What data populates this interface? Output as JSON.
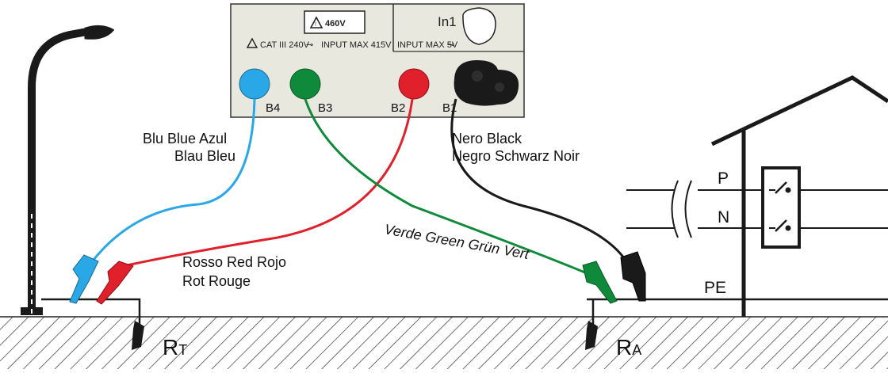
{
  "device": {
    "voltage_badge": "460V",
    "cat_label": "CAT III 240V",
    "input_max_main": "INPUT MAX 415V",
    "input_max_aux": "INPUT MAX 5V",
    "in1_label": "In1"
  },
  "terminals": [
    {
      "id": "B4",
      "label": "B4",
      "color": "#29a7e6"
    },
    {
      "id": "B3",
      "label": "B3",
      "color": "#0f8a3a"
    },
    {
      "id": "B2",
      "label": "B2",
      "color": "#e0202a"
    },
    {
      "id": "B1",
      "label": "B1",
      "color": "#1a1a1a"
    }
  ],
  "wire_labels": {
    "blue_line1": "Blu  Blue  Azul",
    "blue_line2": "Blau  Bleu",
    "black_line1": "Nero  Black",
    "black_line2": "Negro  Schwarz  Noir",
    "red_line1": "Rosso  Red  Rojo",
    "red_line2": "Rot  Rouge",
    "green": "Verde  Green  Grün  Vert"
  },
  "house": {
    "p_label": "P",
    "n_label": "N",
    "pe_label": "PE"
  },
  "electrodes": {
    "rt_main": "R",
    "rt_sub": "T",
    "ra_main": "R",
    "ra_sub": "A"
  }
}
